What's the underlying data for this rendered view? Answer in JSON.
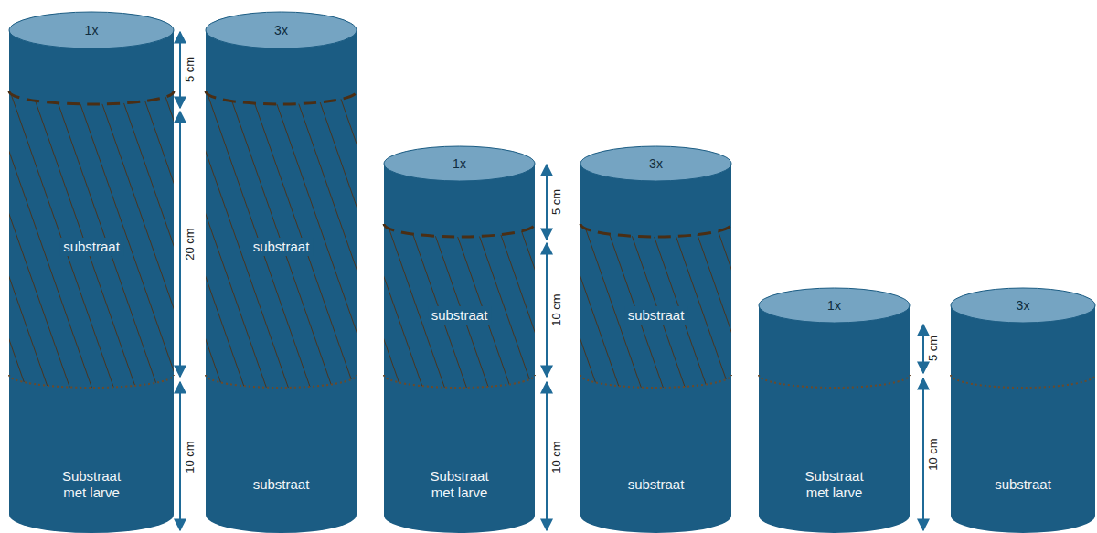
{
  "diagram": {
    "nodes": [
      {
        "text": [
          "1x",
          "substraat",
          "Substraat met larve"
        ]
      },
      {
        "text": [
          "3x",
          "substraat",
          "substraat"
        ]
      },
      {
        "text": [
          "1x",
          "substraat",
          "Substraat met larve"
        ]
      },
      {
        "text": [
          "3x",
          "substraat",
          "substraat"
        ]
      },
      {
        "text": [
          "1x",
          "Substraat met larve"
        ]
      },
      {
        "text": [
          "3x",
          "substraat"
        ]
      }
    ],
    "labels": [
      "5 cm",
      "20 cm",
      "10 cm",
      "5 cm",
      "10 cm",
      "10 cm",
      "5 cm",
      "10 cm"
    ]
  }
}
